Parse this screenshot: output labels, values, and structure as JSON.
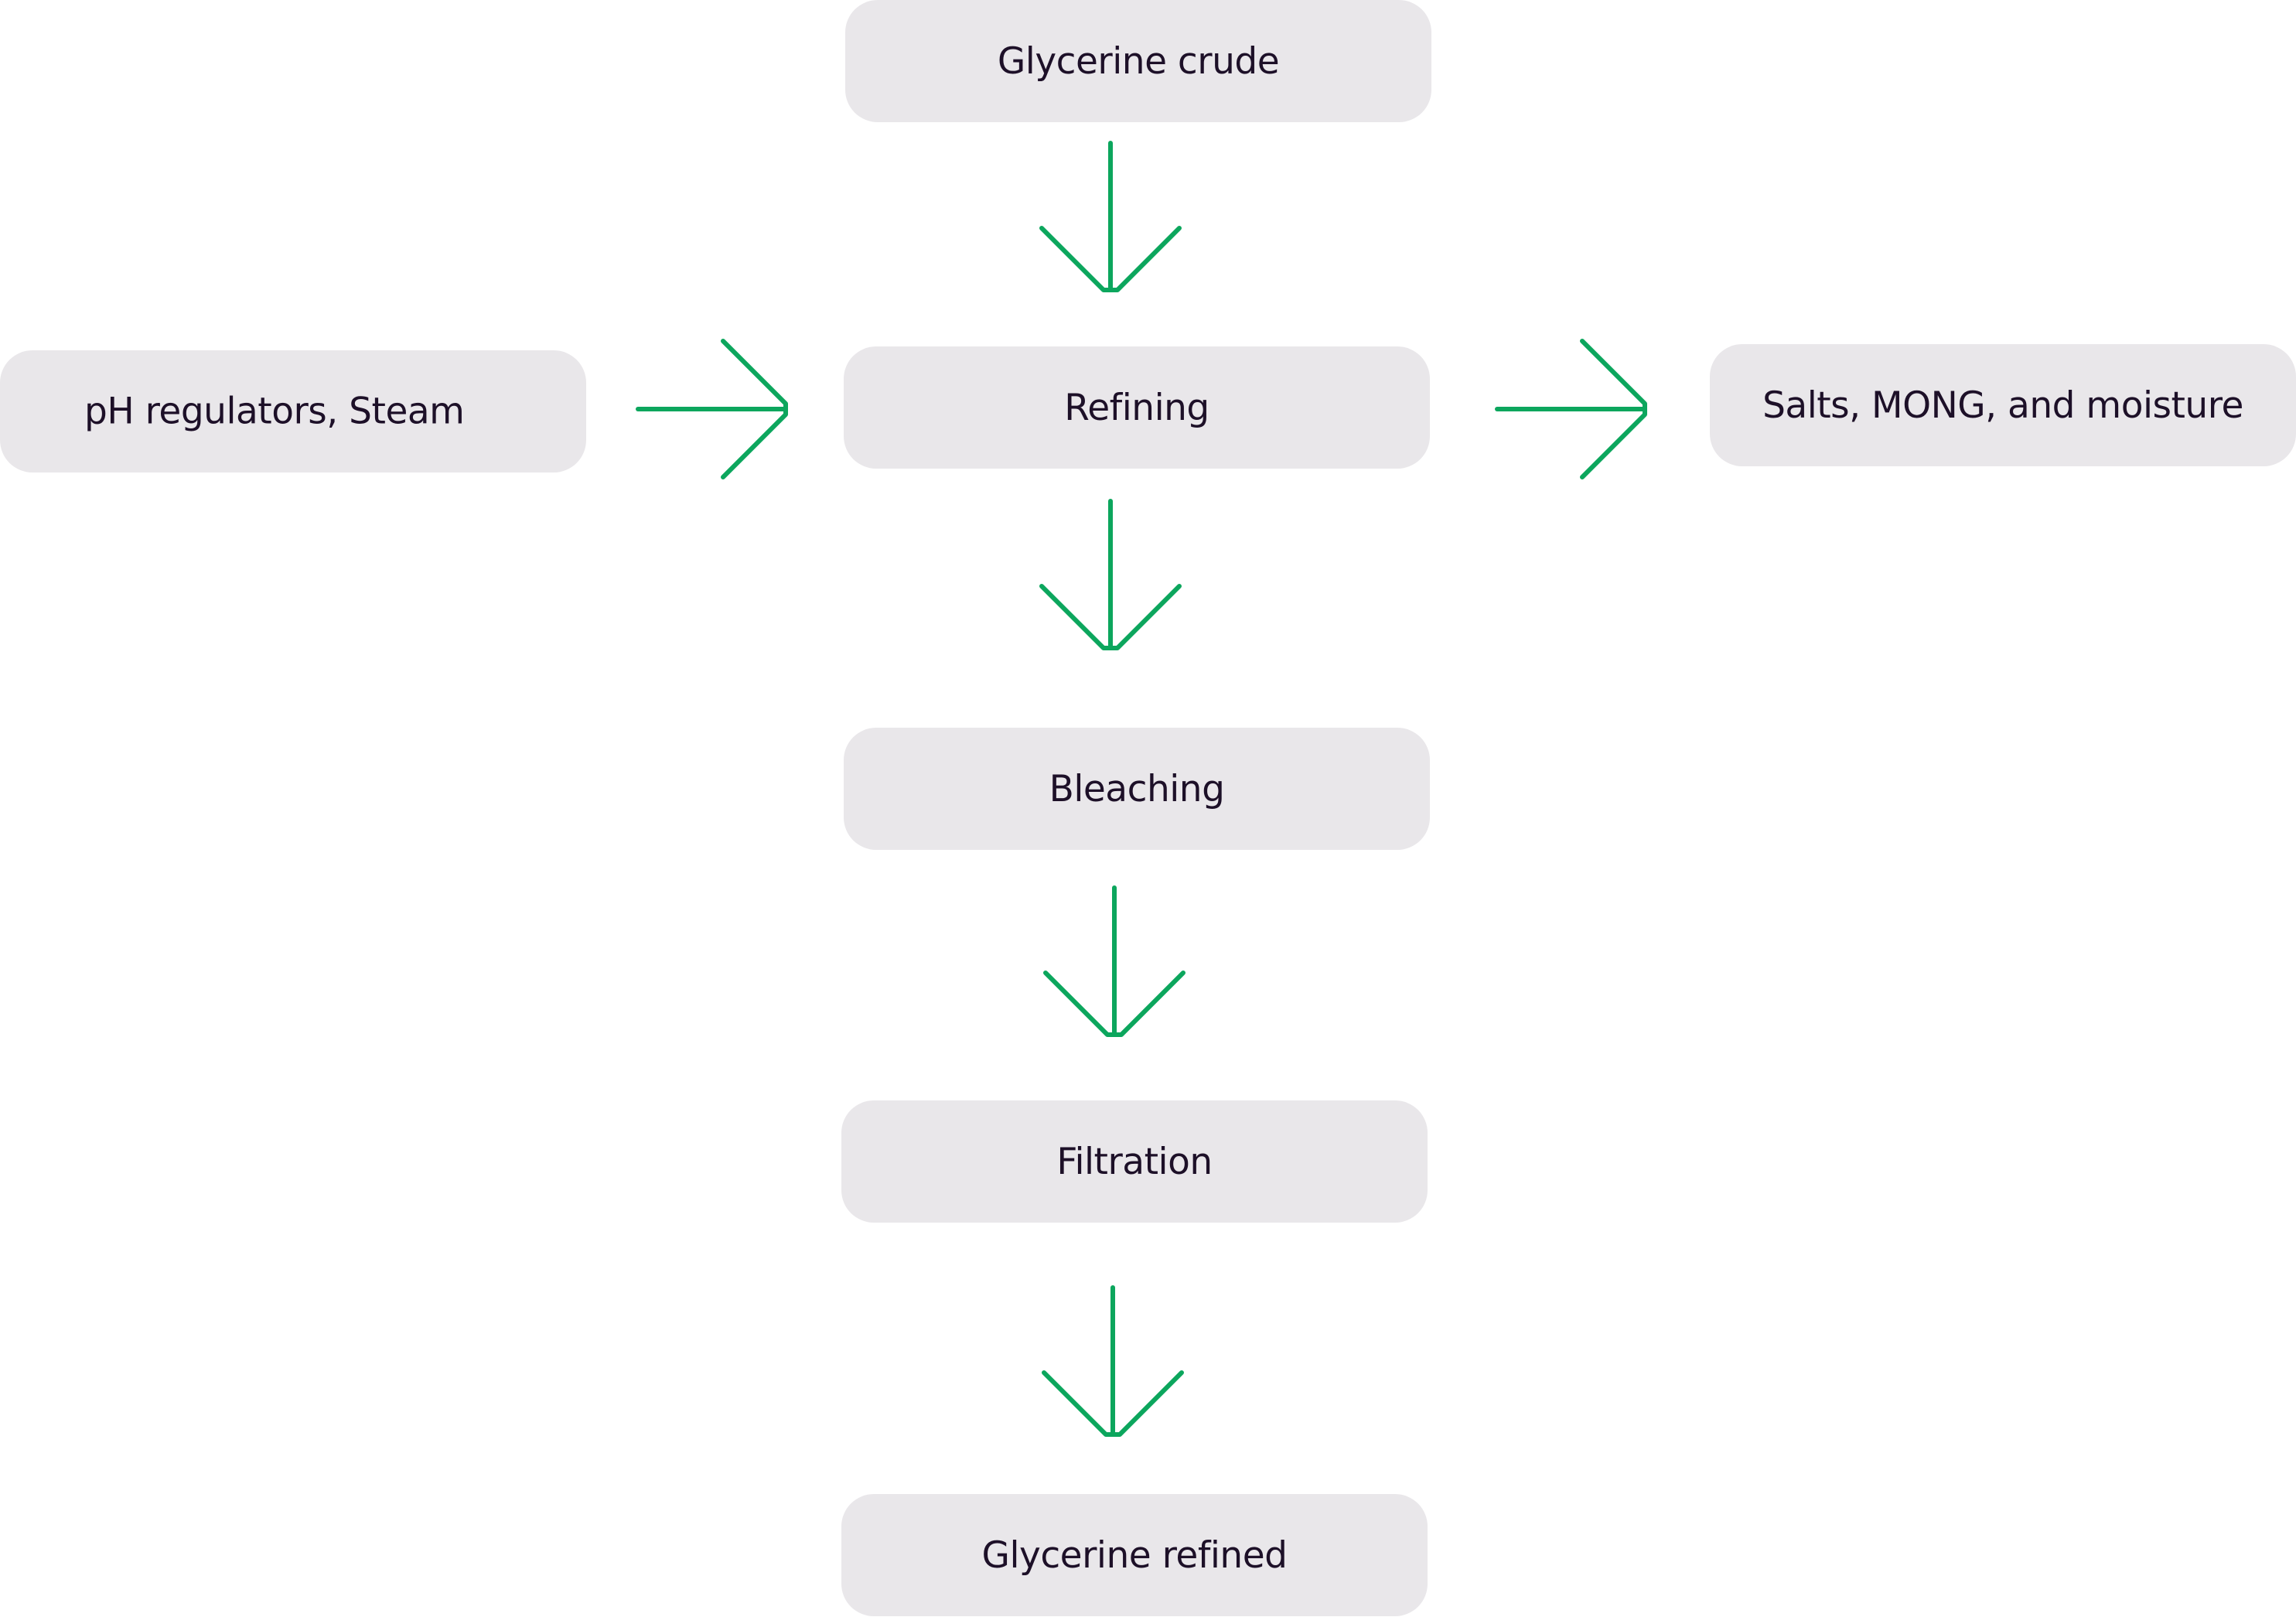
{
  "diagram": {
    "title": "",
    "colors": {
      "box_fill": "#e9e7ea",
      "text": "#1d1028",
      "arrow": "#0ca65d",
      "background": "#ffffff"
    },
    "nodes": {
      "glycerine_crude": "Glycerine crude",
      "refining": "Refining",
      "bleaching": "Bleaching",
      "filtration": "Filtration",
      "glycerine_refined": "Glycerine refined",
      "inputs": "pH regulators, Steam",
      "outputs": "Salts, MONG, and moisture"
    },
    "edges": [
      {
        "from": "Glycerine crude",
        "to": "Refining"
      },
      {
        "from": "pH regulators, Steam",
        "to": "Refining"
      },
      {
        "from": "Refining",
        "to": "Salts, MONG, and moisture"
      },
      {
        "from": "Refining",
        "to": "Bleaching"
      },
      {
        "from": "Bleaching",
        "to": "Filtration"
      },
      {
        "from": "Filtration",
        "to": "Glycerine refined"
      }
    ]
  }
}
